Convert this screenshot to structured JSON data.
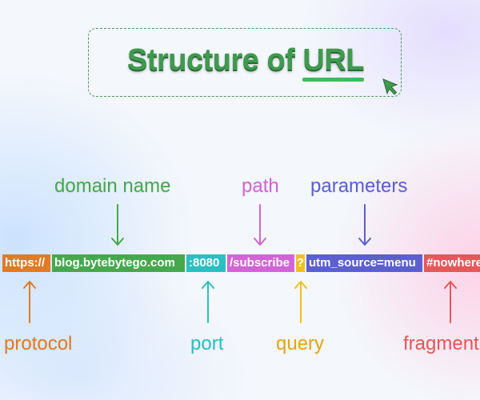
{
  "title": {
    "prefix": "Structure of",
    "highlight": "URL"
  },
  "segments": [
    {
      "key": "protocol",
      "text": "https://",
      "color": "#e07b26"
    },
    {
      "key": "domain",
      "text": "blog.bytebytego.com",
      "color": "#46a84c"
    },
    {
      "key": "port",
      "text": ":8080",
      "color": "#2bbfc3"
    },
    {
      "key": "path",
      "text": "/subscribe",
      "color": "#d264d6"
    },
    {
      "key": "query",
      "text": "?",
      "color": "#f0c020"
    },
    {
      "key": "parameters",
      "text": "utm_source=menu",
      "color": "#5b5fcf"
    },
    {
      "key": "fragment",
      "text": "#nowhere",
      "color": "#e5585a"
    }
  ],
  "labels": {
    "protocol": "protocol",
    "domain": "domain name",
    "port": "port",
    "path": "path",
    "query": "query",
    "parameters": "parameters",
    "fragment": "fragment"
  },
  "colors": {
    "title": "#3f9a4f",
    "title_shadow": "#2b6a36",
    "title_border": "#4a9a5e",
    "cursor": "#3f9a4f"
  },
  "icons": {
    "cursor": "cursor-arrow-icon"
  }
}
